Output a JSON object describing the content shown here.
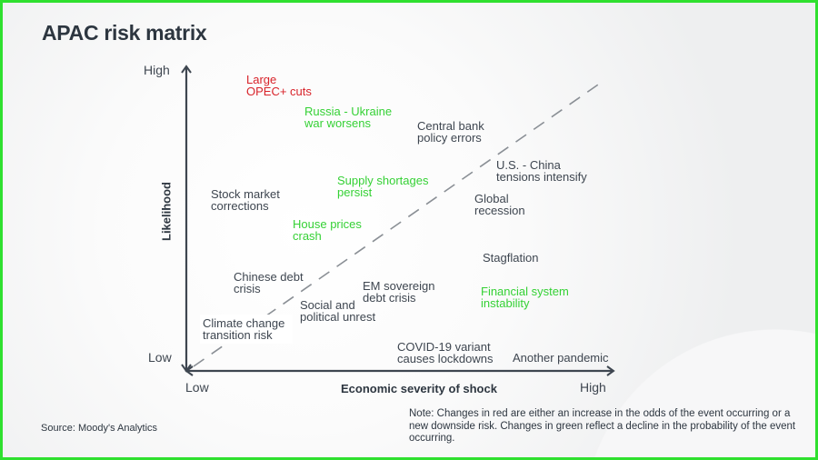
{
  "title": "APAC risk matrix",
  "axes": {
    "y_title": "Likelihood",
    "y_high": "High",
    "y_low": "Low",
    "x_title": "Economic severity of shock",
    "x_low": "Low",
    "x_high": "High"
  },
  "risks": [
    {
      "line1": "Large",
      "line2": "OPEC+ cuts",
      "status": "red"
    },
    {
      "line1": "Russia - Ukraine",
      "line2": "war worsens",
      "status": "green"
    },
    {
      "line1": "Central bank",
      "line2": "policy errors",
      "status": "neutral"
    },
    {
      "line1": "U.S. - China",
      "line2": "tensions intensify",
      "status": "neutral"
    },
    {
      "line1": "Supply shortages",
      "line2": "persist",
      "status": "green"
    },
    {
      "line1": "Stock market",
      "line2": "corrections",
      "status": "neutral"
    },
    {
      "line1": "Global",
      "line2": "recession",
      "status": "neutral"
    },
    {
      "line1": "House prices",
      "line2": "crash",
      "status": "green"
    },
    {
      "line1": "Stagflation",
      "line2": "",
      "status": "neutral"
    },
    {
      "line1": "Chinese debt",
      "line2": "crisis",
      "status": "neutral"
    },
    {
      "line1": "EM sovereign",
      "line2": "debt crisis",
      "status": "neutral"
    },
    {
      "line1": "Financial system",
      "line2": "instability",
      "status": "green"
    },
    {
      "line1": "Social and",
      "line2": "political unrest",
      "status": "neutral"
    },
    {
      "line1": "Climate change",
      "line2": "transition risk",
      "status": "neutral"
    },
    {
      "line1": "COVID-19 variant",
      "line2": "causes lockdowns",
      "status": "neutral"
    },
    {
      "line1": "Another pandemic",
      "line2": "",
      "status": "neutral"
    }
  ],
  "colors": {
    "red": "#d8232a",
    "green": "#35d135",
    "neutral": "#3e4650",
    "border": "#2fe02f"
  },
  "source": "Source: Moody's Analytics",
  "note": "Note: Changes in red are either an increase in the odds of the event occurring or a new downside risk. Changes in green reflect a decline in the probability of the event occurring."
}
